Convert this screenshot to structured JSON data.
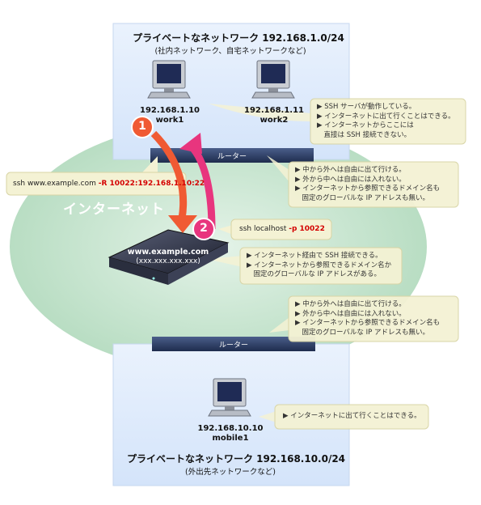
{
  "top_network": {
    "title": "プライベートなネットワーク 192.168.1.0/24",
    "subtitle": "(社内ネットワーク、自宅ネットワークなど)",
    "hosts": [
      {
        "ip": "192.168.1.10",
        "name": "work1"
      },
      {
        "ip": "192.168.1.11",
        "name": "work2"
      }
    ],
    "router_label": "ルーター"
  },
  "bottom_network": {
    "title": "プライベートなネットワーク 192.168.10.0/24",
    "subtitle": "(外出先ネットワークなど)",
    "host": {
      "ip": "192.168.10.10",
      "name": "mobile1"
    },
    "router_label": "ルーター"
  },
  "internet_label": "インターネット",
  "server": {
    "name": "www.example.com",
    "address": "(xxx.xxx.xxx.xxx)"
  },
  "commands": {
    "cmd1_prefix": "ssh www.example.com ",
    "cmd1_option": "-R 10022:192.168.1.10:22",
    "cmd2_prefix": "ssh localhost ",
    "cmd2_option": "-p 10022"
  },
  "steps": [
    "1",
    "2"
  ],
  "notes": {
    "work2": [
      "▶ SSH サーバが動作している。",
      "▶ インターネットに出て行くことはできる。",
      "▶ インターネットからここには",
      "　直接は SSH 接続できない。"
    ],
    "router_top": [
      "▶ 中から外へは自由に出て行ける。",
      "▶ 外から中へは自由には入れない。",
      "▶ インターネットから参照できるドメイン名も",
      "　固定のグローバルな IP アドレスも無い。"
    ],
    "server": [
      "▶ インターネット経由で SSH 接続できる。",
      "▶ インターネットから参照できるドメイン名か",
      "　固定のグローバルな IP アドレスがある。"
    ],
    "router_bottom": [
      "▶ 中から外へは自由に出て行ける。",
      "▶ 外から中へは自由には入れない。",
      "▶ インターネットから参照できるドメイン名も",
      "　固定のグローバルな IP アドレスも無い。"
    ],
    "mobile1": [
      "▶ インターネットに出て行くことはできる。"
    ]
  },
  "colors": {
    "lan_box": "#dce9fb",
    "internet_cloud": "#bfe1c9",
    "router": "#2b3d66",
    "note_bg": "#f4f2d4",
    "arrow_red": "#f05a33",
    "arrow_pink": "#e8357e"
  }
}
